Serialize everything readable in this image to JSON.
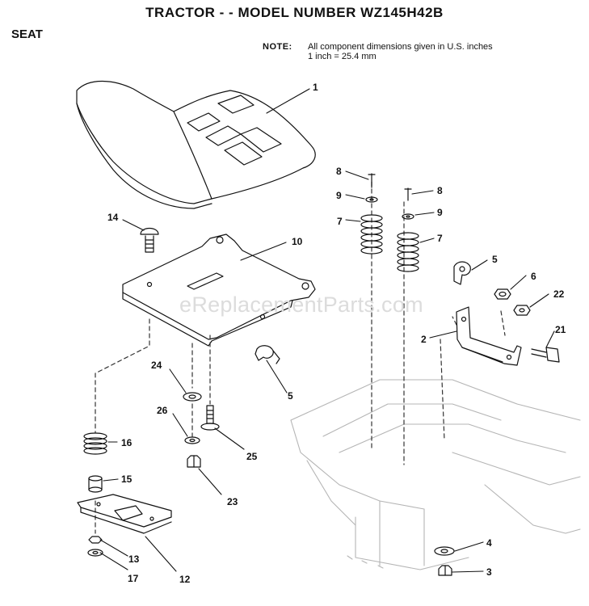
{
  "header": {
    "title": "TRACTOR - - MODEL NUMBER WZ145H42B",
    "section": "SEAT",
    "note_label": "NOTE:",
    "note_lines": [
      "All component dimensions given in U.S. inches",
      "1 inch = 25.4 mm"
    ]
  },
  "watermark": "eReplacementParts.com",
  "callouts": [
    "1",
    "2",
    "3",
    "4",
    "5",
    "5",
    "6",
    "7",
    "7",
    "8",
    "8",
    "9",
    "9",
    "10",
    "12",
    "13",
    "14",
    "15",
    "16",
    "17",
    "21",
    "22",
    "23",
    "24",
    "25",
    "26"
  ]
}
